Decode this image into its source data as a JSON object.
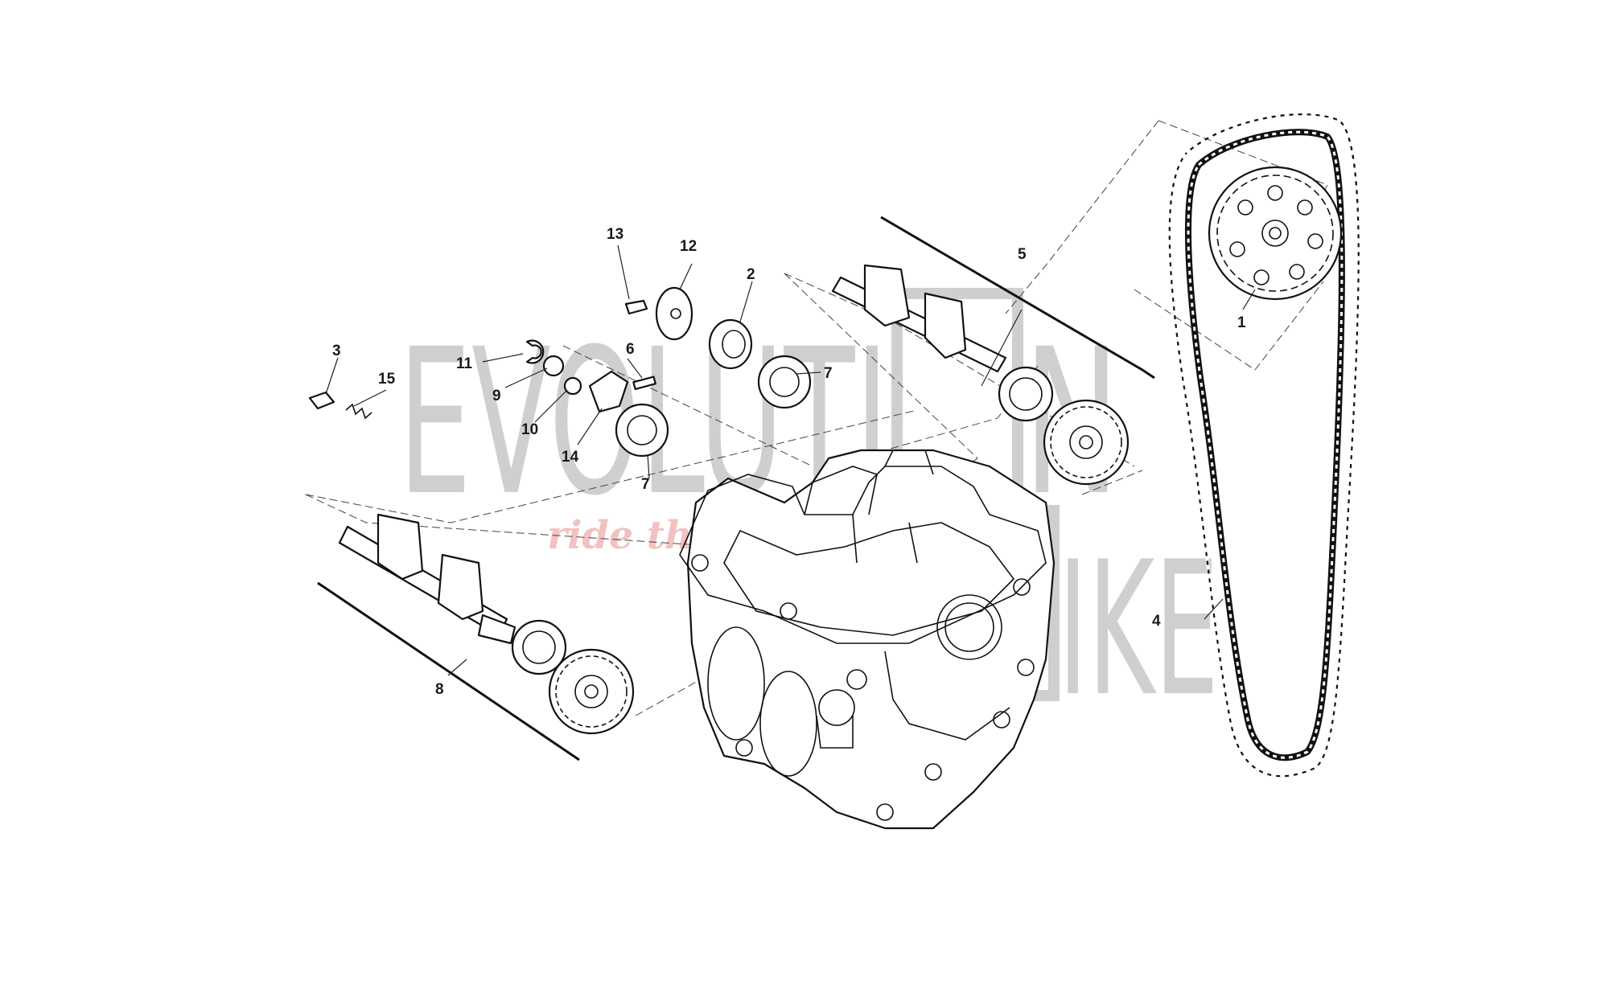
{
  "watermark": {
    "word1": "EVOLUTI",
    "letter_o": "O",
    "letter_n": "N",
    "letter_b": "B",
    "word2": "IKE",
    "tagline": "ride the power"
  },
  "callouts": {
    "c1": "1",
    "c2": "2",
    "c3": "3",
    "c4": "4",
    "c5": "5",
    "c6": "6",
    "c7a": "7",
    "c7b": "7",
    "c8": "8",
    "c9": "9",
    "c10": "10",
    "c11": "11",
    "c12": "12",
    "c13": "13",
    "c14": "14",
    "c15": "15"
  },
  "colors": {
    "line": "#111111",
    "watermark": "#cfcfcf",
    "tagline": "#f3c1c1",
    "background": "#ffffff"
  }
}
